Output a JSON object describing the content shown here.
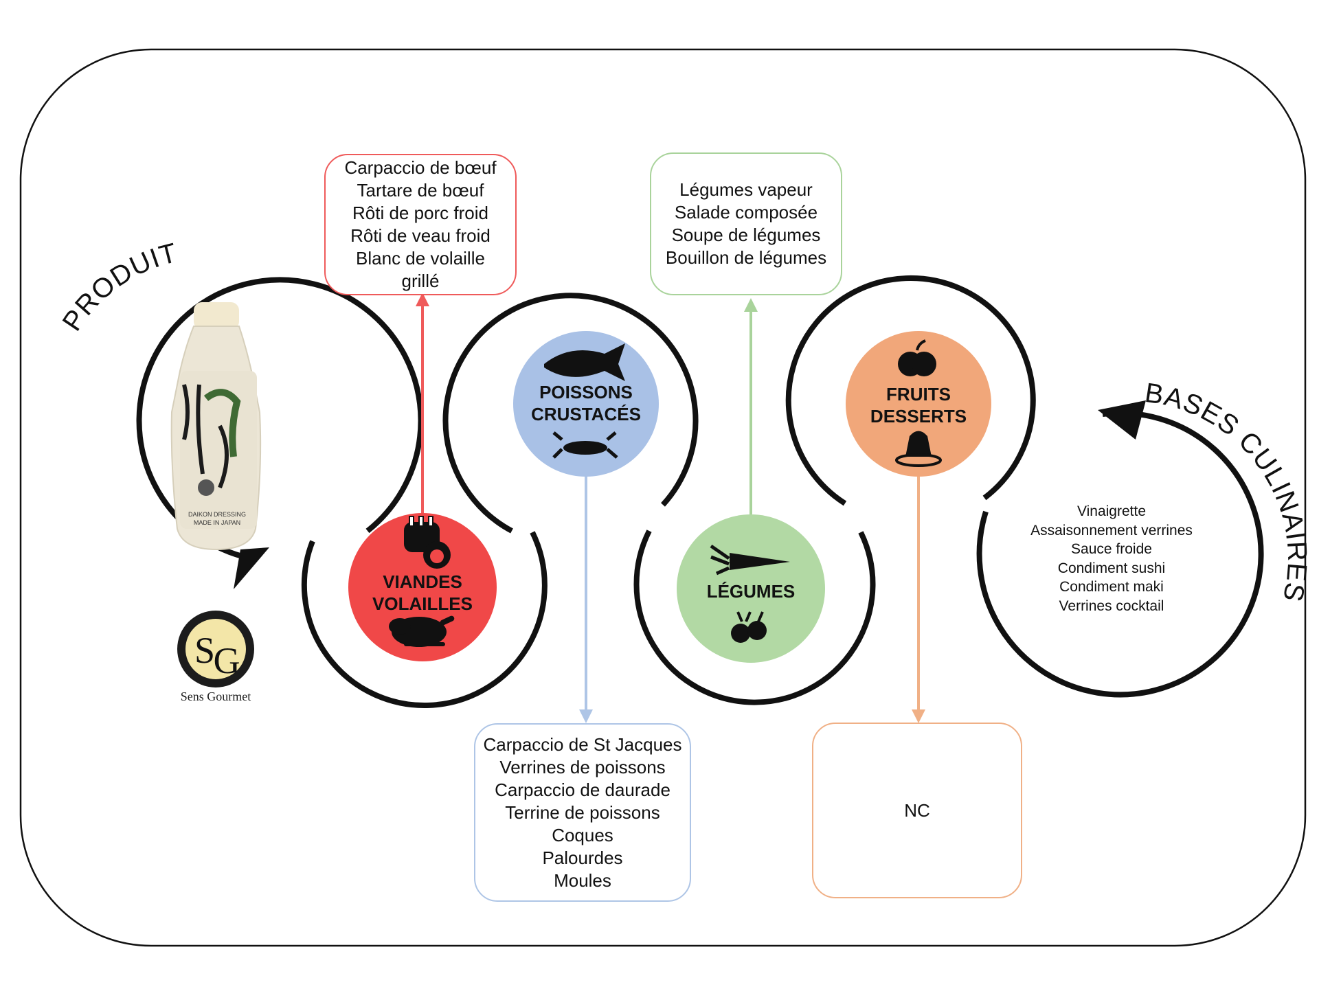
{
  "labels": {
    "produit": "PRODUIT",
    "bases": "BASES CULINAIRES"
  },
  "brand": {
    "name": "Sens Gourmet",
    "monogram_left": "S",
    "monogram_right": "G"
  },
  "product_image": {
    "bottle_text": "DAIKON DRESSING",
    "bottle_text2": "MADE IN JAPAN"
  },
  "categories": {
    "viandes": {
      "line1": "VIANDES",
      "line2": "VOLAILLES",
      "color": "#f04848"
    },
    "poissons": {
      "line1": "POISSONS",
      "line2": "CRUSTACÉS",
      "color": "#a9c1e6"
    },
    "legumes": {
      "line1": "LÉGUMES",
      "color": "#b2d9a4"
    },
    "fruits": {
      "line1": "FRUITS",
      "line2": "DESSERTS",
      "color": "#f1a77a"
    }
  },
  "boxes": {
    "viandes": [
      "Carpaccio de bœuf",
      "Tartare de bœuf",
      "Rôti de porc froid",
      "Rôti de veau froid",
      "Blanc de volaille",
      "grillé"
    ],
    "poissons": [
      "Carpaccio de St Jacques",
      "Verrines de poissons",
      "Carpaccio de daurade",
      "Terrine de poissons",
      "Coques",
      "Palourdes",
      "Moules"
    ],
    "legumes": [
      "Légumes vapeur",
      "Salade composée",
      "Soupe de légumes",
      "Bouillon de légumes"
    ],
    "fruits": [
      "NC"
    ]
  },
  "bases_list": [
    "Vinaigrette",
    "Assaisonnement verrines",
    "Sauce froide",
    "Condiment sushi",
    "Condiment maki",
    "Verrines cocktail"
  ],
  "colors": {
    "red": "#f04848",
    "blue": "#a9c1e6",
    "green": "#b2d9a4",
    "orange": "#f1a77a",
    "frame": "#111111"
  }
}
